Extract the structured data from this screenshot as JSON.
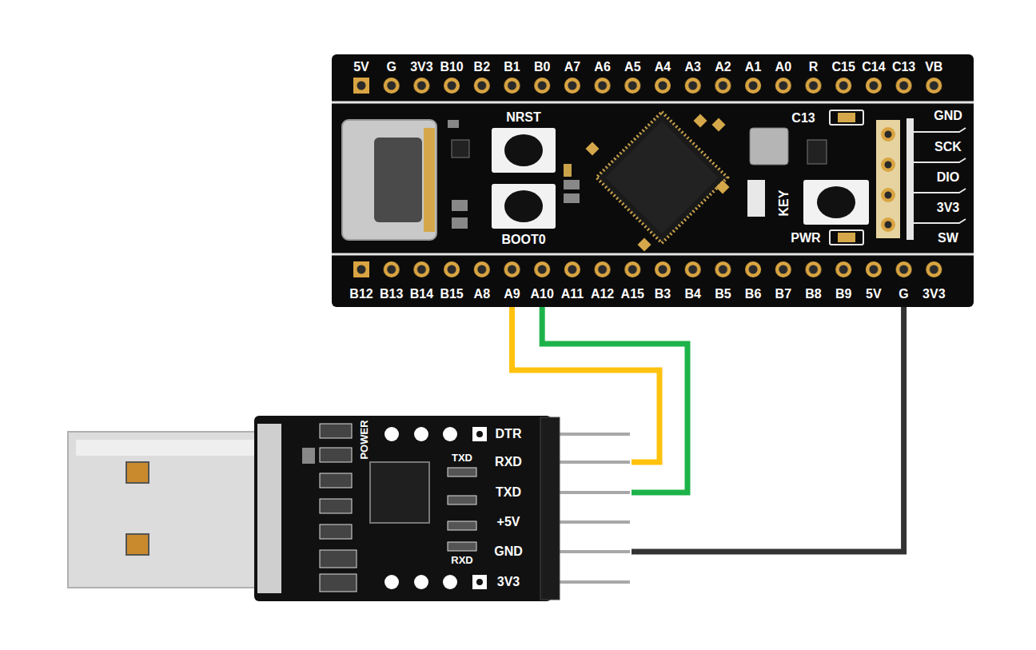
{
  "diagram": {
    "nodes": [
      {
        "text": [
          "5V",
          "G",
          "3V3",
          "B10",
          "B2",
          "B1",
          "B0",
          "A7",
          "A6",
          "A5",
          "A4",
          "A3",
          "A2",
          "A1",
          "A0",
          "R",
          "C15",
          "C14",
          "C13",
          "VB",
          "B12",
          "B13",
          "B14",
          "B15",
          "A8",
          "A9",
          "A10",
          "A11",
          "A12",
          "A15",
          "B3",
          "B4",
          "B5",
          "B6",
          "B7",
          "B8",
          "B9",
          "5V",
          "G",
          "3V3",
          "NRST",
          "BOOT0",
          "C13",
          "KEY",
          "PWR",
          "GND",
          "SCK",
          "DIO",
          "3V3",
          "SW"
        ]
      },
      {
        "text": [
          "DTR",
          "RXD",
          "TXD",
          "+5V",
          "GND",
          "3V3",
          "POWER",
          "TXD",
          "RXD"
        ]
      }
    ],
    "edges": [
      {
        "from": 0,
        "to": 1,
        "arrow": "none"
      },
      {
        "from": 0,
        "to": 1,
        "arrow": "none"
      },
      {
        "from": 0,
        "to": 1,
        "arrow": "none"
      }
    ]
  }
}
